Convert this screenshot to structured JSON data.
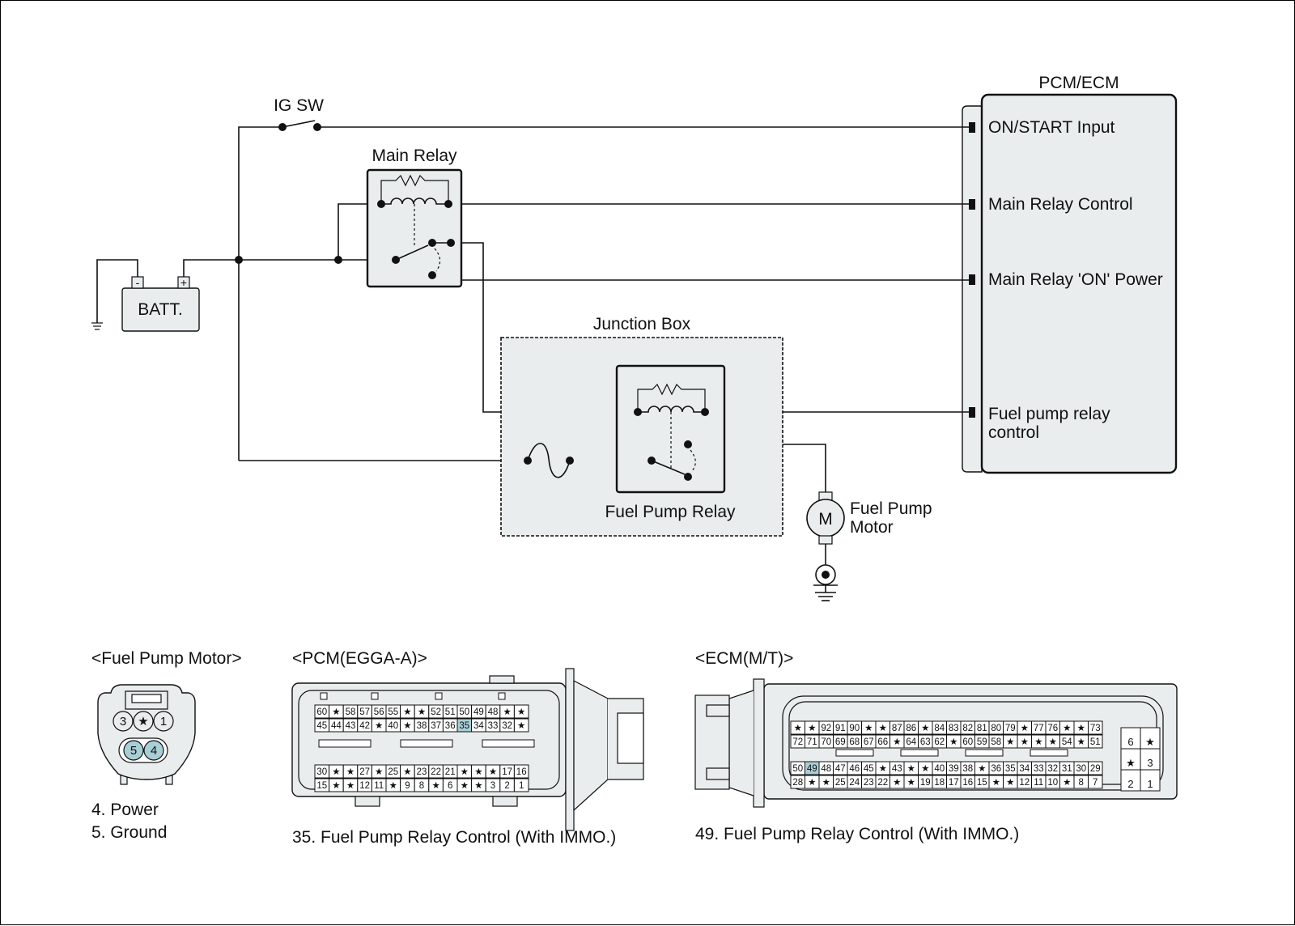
{
  "labels": {
    "ig_sw": "IG SW",
    "main_relay": "Main Relay",
    "batt": "BATT.",
    "batt_neg": "-",
    "batt_pos": "+",
    "pcm_ecm": "PCM/ECM",
    "on_start": "ON/START Input",
    "main_relay_control": "Main Relay Control",
    "main_relay_on_power": "Main Relay 'ON' Power",
    "fuel_pump_relay_control_1": "Fuel pump relay",
    "fuel_pump_relay_control_2": "control",
    "junction_box": "Junction Box",
    "fuel_pump_relay": "Fuel Pump Relay",
    "motor_symbol": "M",
    "fuel_pump_motor_1": "Fuel Pump",
    "fuel_pump_motor_2": "Motor"
  },
  "connectors": {
    "fuel_pump_motor": {
      "title": "<Fuel Pump Motor>",
      "pins_top": [
        "3",
        "★",
        "1"
      ],
      "pins_bottom": [
        "5",
        "4"
      ],
      "notes": [
        "4. Power",
        "5. Ground"
      ]
    },
    "pcm": {
      "title": "<PCM(EGGA-A)>",
      "rows": [
        [
          "60",
          "★",
          "58",
          "57",
          "56",
          "55",
          "★",
          "★",
          "52",
          "51",
          "50",
          "49",
          "48",
          "★",
          "★"
        ],
        [
          "45",
          "44",
          "43",
          "42",
          "★",
          "40",
          "★",
          "38",
          "37",
          "36",
          "35",
          "34",
          "33",
          "32",
          "★"
        ],
        [
          "30",
          "★",
          "★",
          "27",
          "★",
          "25",
          "★",
          "23",
          "22",
          "21",
          "★",
          "★",
          "★",
          "17",
          "16"
        ],
        [
          "15",
          "★",
          "★",
          "12",
          "11",
          "★",
          "9",
          "8",
          "★",
          "6",
          "★",
          "★",
          "3",
          "2",
          "1"
        ]
      ],
      "highlight": "35",
      "note": "35. Fuel Pump Relay Control (With IMMO.)"
    },
    "ecm": {
      "title": "<ECM(M/T)>",
      "rows": [
        [
          "★",
          "★",
          "92",
          "91",
          "90",
          "★",
          "★",
          "87",
          "86",
          "★",
          "84",
          "83",
          "82",
          "81",
          "80",
          "79",
          "★",
          "77",
          "76",
          "★",
          "★",
          "73"
        ],
        [
          "72",
          "71",
          "70",
          "69",
          "68",
          "67",
          "66",
          "★",
          "64",
          "63",
          "62",
          "★",
          "60",
          "59",
          "58",
          "★",
          "★",
          "★",
          "★",
          "54",
          "★",
          "51"
        ],
        [
          "50",
          "49",
          "48",
          "47",
          "46",
          "45",
          "★",
          "43",
          "★",
          "★",
          "40",
          "39",
          "38",
          "★",
          "36",
          "35",
          "34",
          "33",
          "32",
          "31",
          "30",
          "29"
        ],
        [
          "28",
          "★",
          "★",
          "25",
          "24",
          "23",
          "22",
          "★",
          "★",
          "19",
          "18",
          "17",
          "16",
          "15",
          "★",
          "★",
          "12",
          "11",
          "10",
          "★",
          "8",
          "7"
        ]
      ],
      "side_rows": [
        [
          "6",
          "★"
        ],
        [
          "★",
          "3"
        ],
        [
          "2",
          "1"
        ]
      ],
      "highlight": "49",
      "note": "49. Fuel Pump Relay Control (With IMMO.)"
    }
  },
  "colors": {
    "box_fill": "#e9edee",
    "highlight": "#a9cfd6",
    "line": "#111111"
  }
}
